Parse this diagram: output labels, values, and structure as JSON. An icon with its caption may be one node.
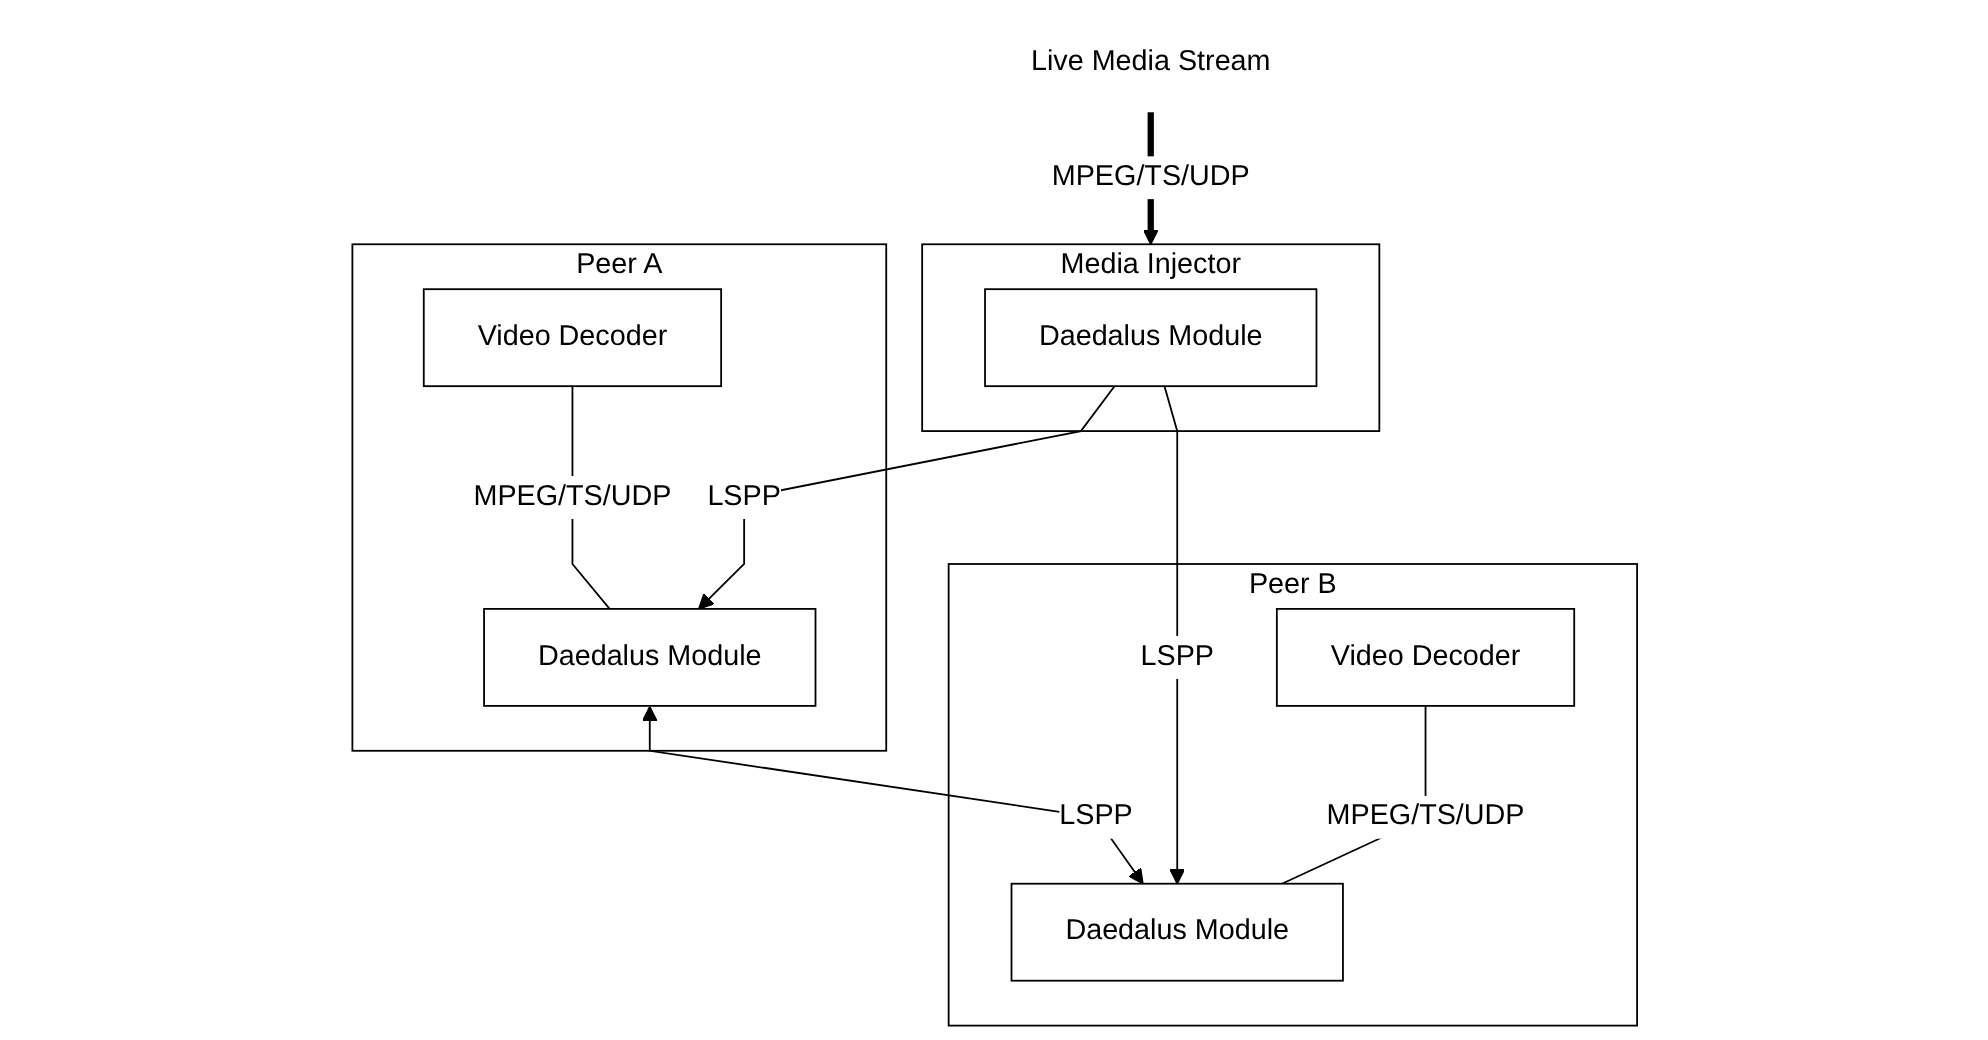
{
  "diagram": {
    "nodes": [
      {
        "text": [
          "Peer A"
        ]
      },
      {
        "text": [
          "Video Decoder"
        ],
        "in": 0
      },
      {
        "text": [
          "Daedalus Module"
        ],
        "in": 0
      },
      {
        "text": [
          "Media Injector"
        ]
      },
      {
        "text": [
          "Daedalus Module"
        ],
        "in": 3
      },
      {
        "text": [
          "Peer B"
        ]
      },
      {
        "text": [
          "Video Decoder"
        ],
        "in": 5
      },
      {
        "text": [
          "Daedalus Module"
        ],
        "in": 5
      },
      {
        "text": [
          "Live Media Stream"
        ]
      }
    ],
    "edges": [
      {
        "from": 1,
        "to": 2,
        "arrow": "none",
        "label": "MPEG/TS/UDP"
      },
      {
        "from": 4,
        "to": 2,
        "arrow": "to",
        "label": "LSPP"
      },
      {
        "from": 2,
        "to": 7,
        "arrow": "both",
        "label": "LSPP"
      },
      {
        "from": 4,
        "to": 7,
        "arrow": "to",
        "label": "LSPP"
      },
      {
        "from": 6,
        "to": 7,
        "arrow": "none",
        "label": "MPEG/TS/UDP"
      },
      {
        "from": 8,
        "to": 3,
        "arrow": "to",
        "label": "MPEG/TS/UDP",
        "style": "thick"
      }
    ]
  }
}
